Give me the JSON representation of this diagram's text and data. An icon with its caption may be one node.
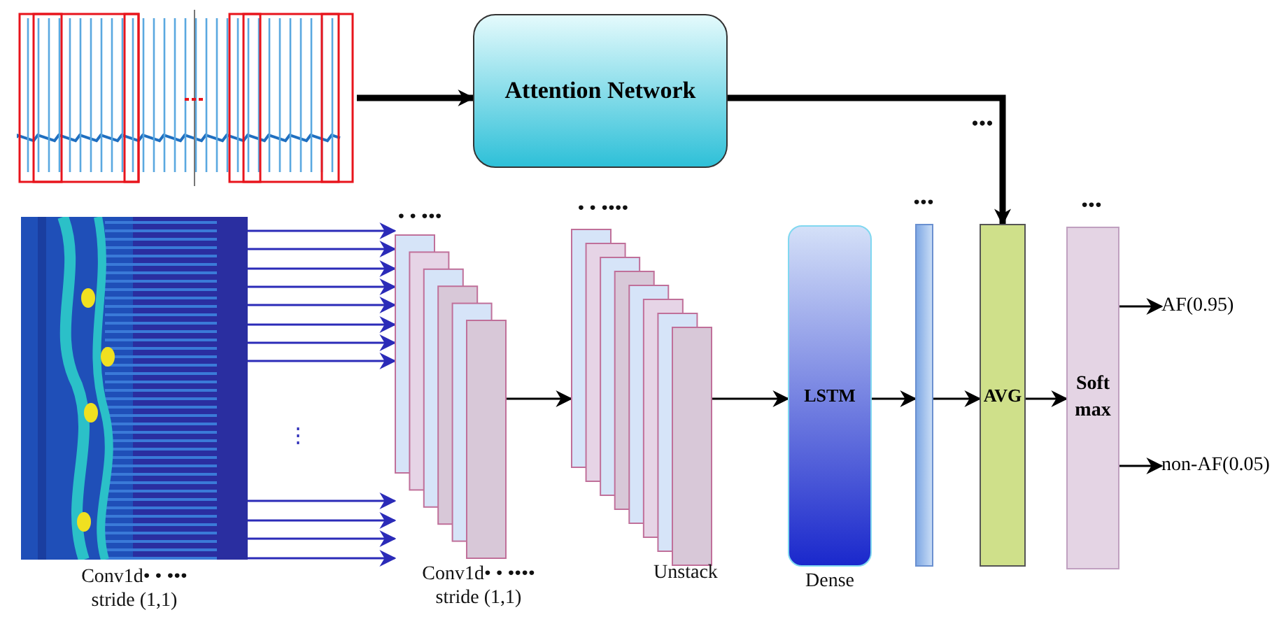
{
  "diagram": {
    "nodes": [
      {
        "text": [],
        "shape": "picture"
      },
      {
        "text": [
          "Attention Network"
        ]
      },
      {
        "text": [],
        "shape": "picture",
        "beside": [
          "Conv1d• • ••• stride (1,1)"
        ]
      },
      {
        "text": [],
        "shape": "box",
        "beside": [
          "• • •••",
          "Conv1d• • •••• stride (1,1)"
        ]
      },
      {
        "text": [],
        "shape": "box",
        "beside": [
          "• • ••••",
          "Unstack"
        ]
      },
      {
        "text": [
          "LSTM"
        ],
        "beside": [
          "Dense"
        ]
      },
      {
        "text": [],
        "shape": "bar",
        "beside": [
          "•••"
        ]
      },
      {
        "text": [
          "AVG"
        ]
      },
      {
        "text": [
          "Soft max"
        ],
        "beside": [
          "•••"
        ]
      },
      {
        "text": [
          "AF(0.95)"
        ]
      },
      {
        "text": [
          "non-AF(0.05)"
        ]
      }
    ],
    "edges": [
      {
        "from": 0,
        "to": 1,
        "arrow": "to",
        "style": "thick",
        "color": "#000000"
      },
      {
        "from": 1,
        "to": 7,
        "arrow": "to",
        "style": "thick",
        "color": "#000000"
      },
      {
        "from": 2,
        "to": 3,
        "arrow": "to"
      },
      {
        "from": 2,
        "to": 3,
        "arrow": "to"
      },
      {
        "from": 2,
        "to": 3,
        "arrow": "to"
      },
      {
        "from": 2,
        "to": 3,
        "arrow": "to"
      },
      {
        "from": 2,
        "to": 3,
        "arrow": "to"
      },
      {
        "from": 2,
        "to": 3,
        "arrow": "to"
      },
      {
        "from": 2,
        "to": 3,
        "arrow": "to"
      },
      {
        "from": 2,
        "to": 3,
        "arrow": "to"
      },
      {
        "from": 2,
        "to": 3,
        "arrow": "to"
      },
      {
        "from": 2,
        "to": 3,
        "arrow": "to"
      },
      {
        "from": 2,
        "to": 3,
        "arrow": "to"
      },
      {
        "from": 2,
        "to": 3,
        "arrow": "to"
      },
      {
        "from": 3,
        "to": 4,
        "arrow": "to",
        "color": "#000000"
      },
      {
        "from": 4,
        "to": 5,
        "arrow": "to",
        "color": "#000000"
      },
      {
        "from": 5,
        "to": 6,
        "arrow": "to",
        "color": "#000000"
      },
      {
        "from": 6,
        "to": 7,
        "arrow": "to",
        "color": "#000000"
      },
      {
        "from": 7,
        "to": 8,
        "arrow": "to",
        "color": "#000000"
      },
      {
        "from": 8,
        "to": 9,
        "arrow": "to",
        "color": "#000000"
      },
      {
        "from": 8,
        "to": 10,
        "arrow": "to",
        "color": "#000000"
      }
    ],
    "labels": [
      "•••",
      "⋮"
    ]
  }
}
